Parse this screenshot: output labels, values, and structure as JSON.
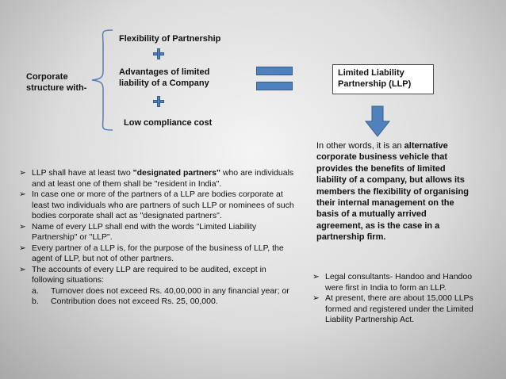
{
  "diagram": {
    "left_label": "Corporate structure with-",
    "items": [
      "Flexibility of Partnership",
      "Advantages of limited liability of a Company",
      "Low compliance cost"
    ],
    "result_box": "Limited Liability Partnership (LLP)",
    "colors": {
      "shape_fill": "#4f81bd",
      "shape_border": "#385d8a",
      "brace": "#4f81bd"
    }
  },
  "right_text": {
    "prefix": "In other words, it is an ",
    "bold": "alternative corporate business vehicle that provides the benefits of limited liability of a company, but allows its members the flexibility of organising their internal management on the basis of a mutually arrived agreement, as is the case in a partnership firm."
  },
  "left_bullets": [
    {
      "pre": "LLP shall have at least two ",
      "bold": "\"designated partners\"",
      "post": " who are individuals and at least one of them shall be \"resident in India\"."
    },
    {
      "pre": "In case one or more of the partners of a LLP are bodies corporate at least two individuals who are partners of such LLP or nominees of such bodies corporate shall act as \"designated partners\".",
      "bold": "",
      "post": ""
    },
    {
      "pre": "Name of every LLP shall end with the words \"Limited Liability Partnership\" or \"LLP\".",
      "bold": "",
      "post": ""
    },
    {
      "pre": "Every partner of a LLP is, for the purpose of the business of LLP, the agent of LLP, but not of other partners.",
      "bold": "",
      "post": ""
    },
    {
      "pre": "The accounts of every LLP are required to be audited, except in following situations:",
      "bold": "",
      "post": ""
    }
  ],
  "sub_items": [
    {
      "marker": "a.",
      "text": "Turnover does not exceed Rs. 40,00,000 in any financial year; or"
    },
    {
      "marker": "b.",
      "text": "Contribution does not exceed Rs. 25, 00,000."
    }
  ],
  "right_bullets": [
    "Legal consultants- Handoo and Handoo were first in India to form an LLP.",
    "At present, there are about 15,000 LLPs formed and registered under the Limited Liability Partnership Act."
  ],
  "bullet_glyph": "➢"
}
